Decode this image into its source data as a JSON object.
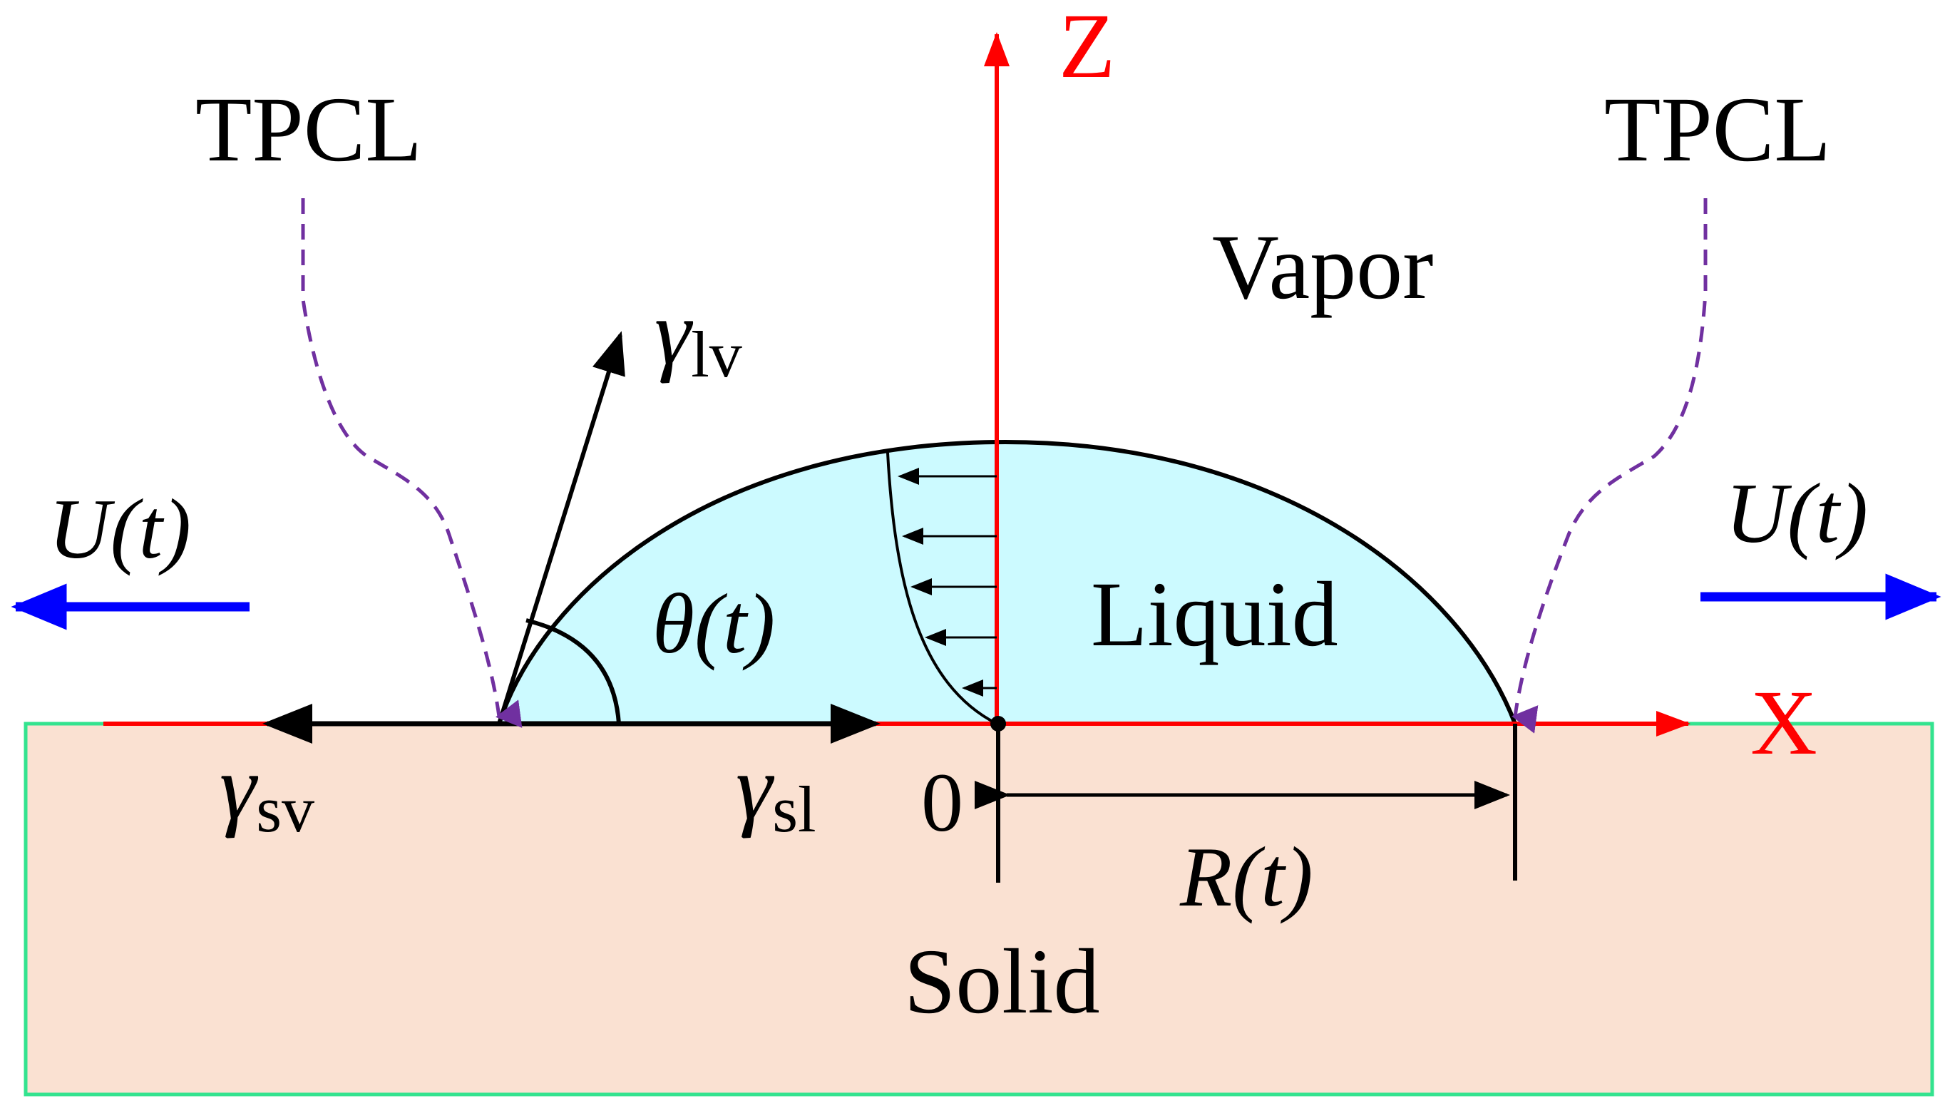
{
  "labels": {
    "tpcl_left": "TPCL",
    "tpcl_right": "TPCL",
    "z_axis": "Z",
    "x_axis": "X",
    "vapor": "Vapor",
    "liquid": "Liquid",
    "solid": "Solid",
    "origin": "0",
    "gamma": "γ",
    "sub_lv": "lv",
    "sub_sv": "sv",
    "sub_sl": "sl",
    "theta": "θ(t)",
    "radius": "R(t)",
    "velocity_left": "U(t)",
    "velocity_right": "U(t)"
  },
  "colors": {
    "liquid_fill": "#ccfaff",
    "solid_fill": "#fae1d2",
    "solid_border": "#33e38f",
    "axis": "#ff0000",
    "velocity_arrow": "#0000ff",
    "tpcl_dash": "#7030a0",
    "ink": "#000000"
  }
}
